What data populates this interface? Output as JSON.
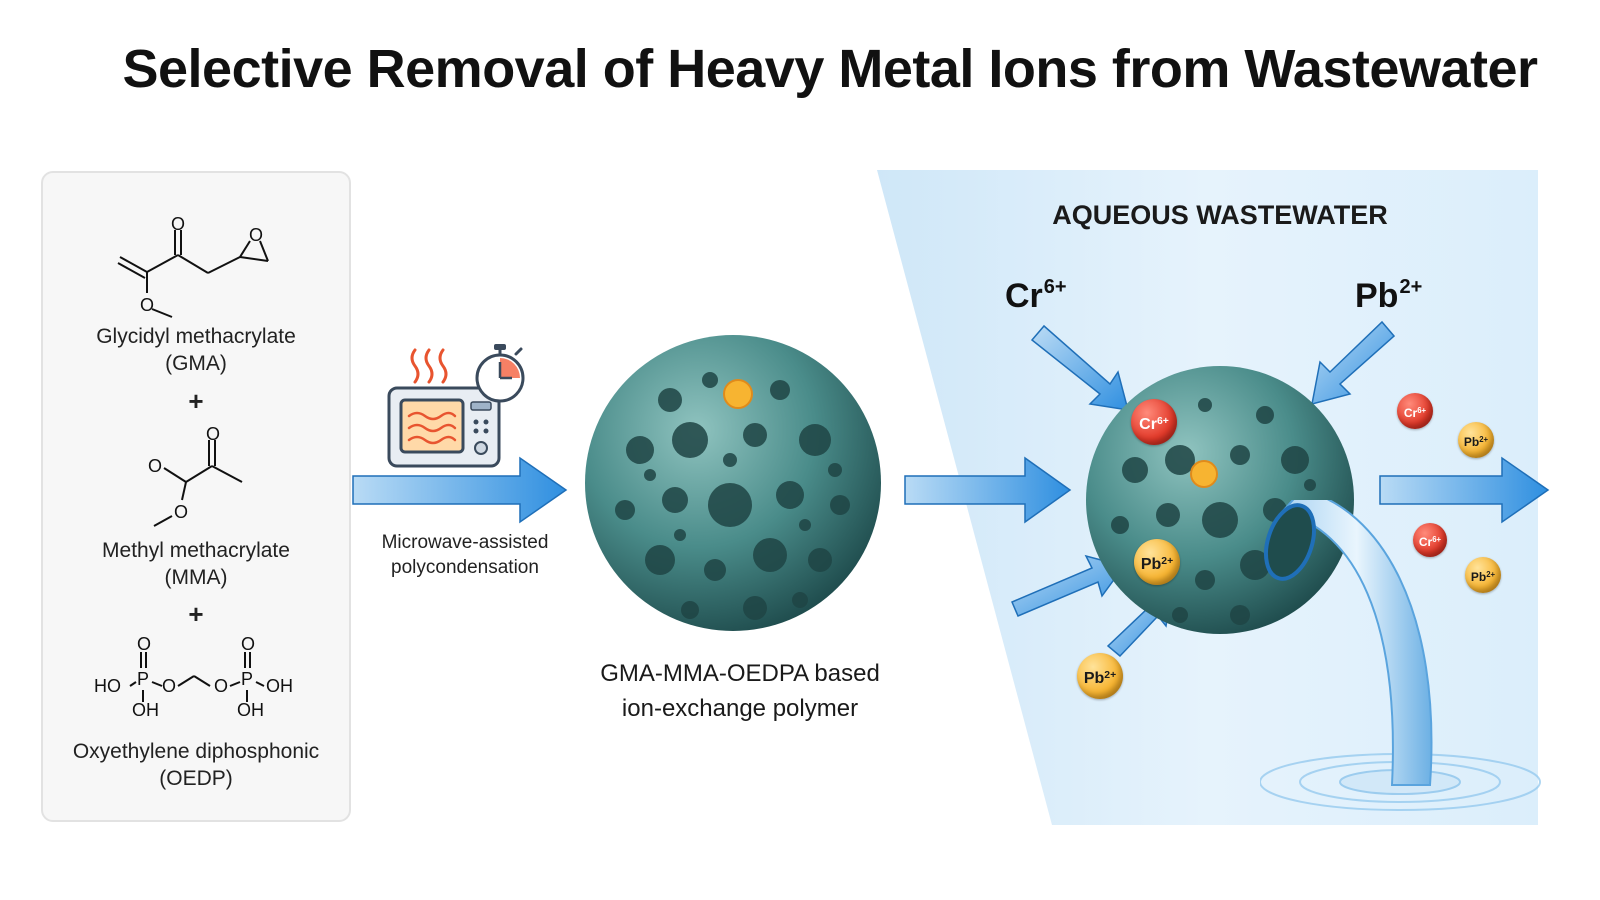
{
  "title": "Selective Removal of Heavy Metal Ions from Wastewater",
  "reagents": [
    {
      "name": "Glycidyl methacrylate",
      "abbr": "(GMA)"
    },
    {
      "name": "Methyl methacrylate",
      "abbr": "(MMA)"
    },
    {
      "name": "Oxyethylene diphosphonic",
      "abbr": "(OEDP)"
    }
  ],
  "plus_sign": "+",
  "structure_atoms": {
    "O": "O",
    "HO": "HO",
    "OH": "OH",
    "P": "P"
  },
  "process": {
    "line1": "Microwave-assisted",
    "line2": "polycondensation"
  },
  "polymer": {
    "line1": "GMA-MMA-OEDPA based",
    "line2": "ion-exchange polymer"
  },
  "wastewater": {
    "label": "AQUEOUS WASTEWATER"
  },
  "ions": {
    "cr": {
      "symbol": "Cr",
      "charge": "6+"
    },
    "pb": {
      "symbol": "Pb",
      "charge": "2+"
    }
  },
  "colors": {
    "arrow_blue": "#3a9be6",
    "sphere_teal": "#4a8c8a",
    "cr_red": "#e23a2a",
    "pb_orange": "#f7b431",
    "water_bg": "#e2f1fc"
  }
}
